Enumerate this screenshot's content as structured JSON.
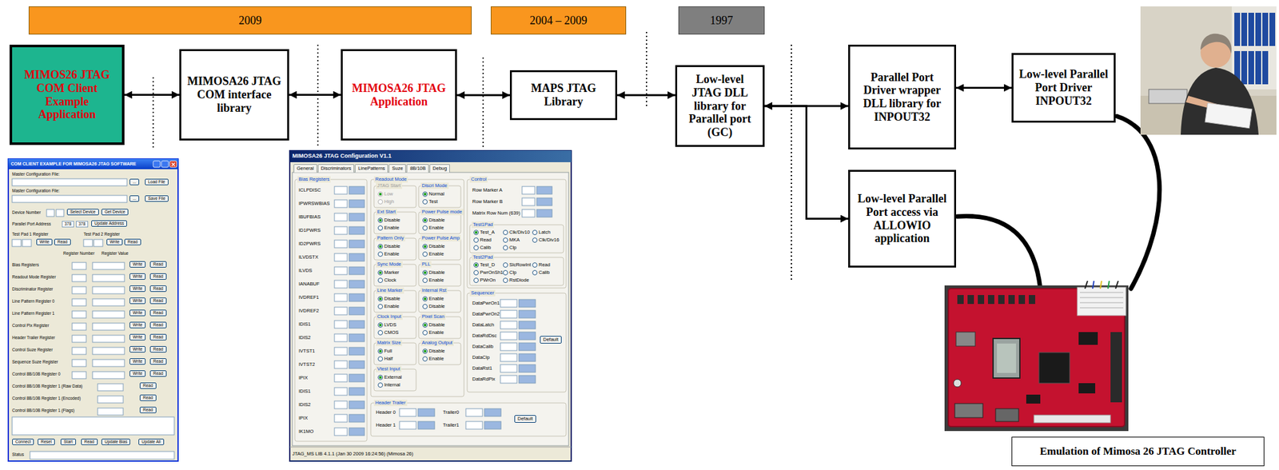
{
  "diagram": {
    "nodes": [
      {
        "text": [
          "2009"
        ]
      },
      {
        "text": [
          "2004 – 2009"
        ]
      },
      {
        "text": [
          "1997"
        ]
      },
      {
        "text": [
          "MIMOS26 JTAG COM Client Example Application"
        ]
      },
      {
        "text": [
          "MIMOSA26 JTAG COM interface library"
        ]
      },
      {
        "text": [
          "MIMOSA26 JTAG Application"
        ]
      },
      {
        "text": [
          "MAPS JTAG Library"
        ]
      },
      {
        "text": [
          "Low-level JTAG DLL library for Parallel port (GC)"
        ]
      },
      {
        "text": [
          "Parallel Port Driver wrapper DLL library for INPOUT32"
        ]
      },
      {
        "text": [
          "Low-level Parallel Port Driver INPOUT32"
        ]
      },
      {
        "text": [
          "Low-level Parallel Port access via ALLOWIO application"
        ]
      },
      {
        "text": [
          "Emulation of Mimosa 26 JTAG Controller"
        ]
      }
    ],
    "edges": [
      {
        "from": 3,
        "to": 4,
        "arrow": "both"
      },
      {
        "from": 4,
        "to": 5,
        "arrow": "both"
      },
      {
        "from": 5,
        "to": 6,
        "arrow": "both"
      },
      {
        "from": 6,
        "to": 7,
        "arrow": "both"
      },
      {
        "from": 7,
        "to": 8,
        "arrow": "both"
      },
      {
        "from": 8,
        "to": 9,
        "arrow": "both"
      },
      {
        "from": 7,
        "to": 10,
        "arrow": "both"
      }
    ],
    "labels": [
      "COM CLIENT EXAMPLE FOR MIMOSA26 JTAG SOFTWARE",
      "Master Configuration File:",
      "...",
      "Load File",
      "Master Configuration File:",
      "...",
      "Save File",
      "Device Number",
      "Select Device",
      "Get Device",
      "Parallel Port Address",
      "378",
      "378",
      "Update Address",
      "Test Pad 1 Register",
      "Test Pad 2 Register",
      "Write",
      "Read",
      "Write",
      "Read",
      "Register Number",
      "Register Value",
      "Bias Registers",
      "Write",
      "Read",
      "Readout Mode Register",
      "Write",
      "Read",
      "Discriminator Register",
      "Write",
      "Read",
      "Line Pattern Register 0",
      "Write",
      "Read",
      "Line Pattern Register 1",
      "Write",
      "Read",
      "Control Pix Register",
      "Write",
      "Read",
      "Header Trailer Register",
      "Write",
      "Read",
      "Control Suze Register",
      "Write",
      "Read",
      "Sequence Suze Register",
      "Write",
      "Read",
      "Control 8B/10B Register 0",
      "Write",
      "Read",
      "Control 8B/10B Register 1 (Raw Data)",
      "Read",
      "Control 8B/10B Register 1 (Encoded)",
      "Read",
      "Control 8B/10B Register 1 (Flags)",
      "Read",
      "Connect",
      "Reset",
      "Start",
      "Read",
      "Update Bias",
      "Update All",
      "Status",
      "MIMOSA26 JTAG Configuration V1.1",
      "General",
      "Discriminators",
      "LinePatterns",
      "Suze",
      "8B/10B",
      "Debug",
      "Bias Registers",
      "ICLPDISC",
      "IPWRSWBIAS",
      "IBUFBIAS",
      "ID1PWRS",
      "ID2PWRS",
      "ILVDSTX",
      "ILVDS",
      "IANABUF",
      "IVDREF1",
      "IVDREF2",
      "IDIS1",
      "IDIS2",
      "IVTST1",
      "IVTST2",
      "IPIX",
      "IDIS1",
      "IDIS2",
      "IPIX",
      "IK1MO",
      "Readout Mode",
      "JTAG Start",
      "Low",
      "High",
      "Ext Start",
      "Disable",
      "Enable",
      "Pattern Only",
      "Disable",
      "Enable",
      "Sync Mode",
      "Marker",
      "Clock",
      "Line Marker",
      "Disable",
      "Enable",
      "Clock Input",
      "LVDS",
      "CMOS",
      "Matrix Size",
      "Full",
      "Half",
      "Vtest Input",
      "External",
      "Internal",
      "Discri Mode",
      "Normal",
      "Test",
      "Power Pulse mode",
      "Disable",
      "Enable",
      "Power Pulse Amp",
      "Disable",
      "Enable",
      "PLL",
      "Disable",
      "Enable",
      "Internal Rst",
      "Enable",
      "Disable",
      "Pixel Scan",
      "Disable",
      "Enable",
      "Analog Output",
      "Disable",
      "Enable",
      "Control",
      "Row Marker A",
      "Row Marker B",
      "Matrix Row Num (639)",
      "Test1Pad",
      "Test_A",
      "Clk/Div10",
      "Latch",
      "Read",
      "MKA",
      "Clk/Div16",
      "Calib",
      "Clp",
      "Test2Pad",
      "Test_D",
      "SlcRowInt",
      "Read",
      "PwrOnSh16",
      "Clp",
      "Calib",
      "PWrOn",
      "RstDiode",
      "Sequencer",
      "DataPwrOn1",
      "DataPwrOn2",
      "DataLatch",
      "DataRdDsc",
      "DataCalib",
      "DataClp",
      "DataRst1",
      "DataRdPix",
      "Default",
      "Header Trailer",
      "Header 0",
      "Trailer0",
      "Header 1",
      "Trailer1",
      "Default",
      "JTAG_MS LIB 4.1.1 (Jan 30 2009 16:24:56) (Mimosa 26)"
    ]
  }
}
